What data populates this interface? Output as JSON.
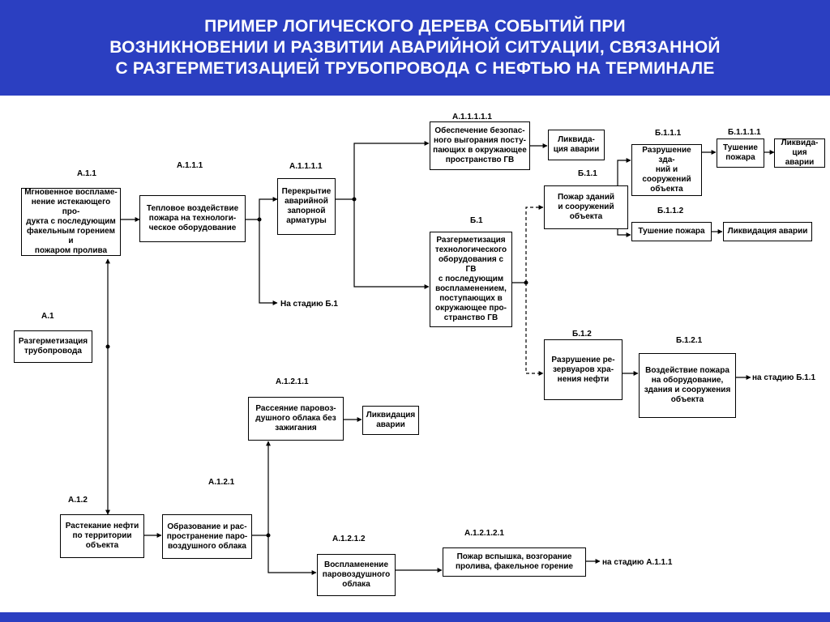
{
  "header": {
    "line1": "ПРИМЕР ЛОГИЧЕСКОГО ДЕРЕВА СОБЫТИЙ ПРИ",
    "line2": "ВОЗНИКНОВЕНИИ И РАЗВИТИИ АВАРИЙНОЙ СИТУАЦИИ, СВЯЗАННОЙ",
    "line3": "С РАЗГЕРМЕТИЗАЦИЕЙ ТРУБОПРОВОДА С НЕФТЬЮ НА ТЕРМИНАЛЕ"
  },
  "labels": {
    "a1": "А.1",
    "a11": "А.1.1",
    "a111": "А.1.1.1",
    "a1111": "А.1.1.1.1",
    "a11111": "А.1.1.1.1.1",
    "a12": "А.1.2",
    "a121": "А.1.2.1",
    "a1211": "А.1.2.1.1",
    "a1212": "А.1.2.1.2",
    "a12121": "А.1.2.1.2.1",
    "b1": "Б.1",
    "b11": "Б.1.1",
    "b111": "Б.1.1.1",
    "b1111": "Б.1.1.1.1",
    "b112": "Б.1.1.2",
    "b12": "Б.1.2",
    "b121": "Б.1.2.1"
  },
  "nodes": {
    "a1": "Разгерметизация\nтрубопровода",
    "a11": "Мгновенное воспламе-\nнение истекающего про-\nдукта с последующим\nфакельным горением и\nпожаром пролива",
    "a111": "Тепловое воздействие\nпожара на технологи-\nческое оборудование",
    "a1111": "Перекрытие\nаварийной\nзапорной\nарматуры",
    "a11111": "Обеспечение безопас-\nного выгорания посту-\nпающих в окружающее\nпространство ГВ",
    "a11111_end": "Ликвида-\nция аварии",
    "b1": "Разгерметизация\nтехнологического\nоборудования с ГВ\nс последующим\nвоспламенением,\nпоступающих в\nокружающее про-\nстранство ГВ",
    "b11": "Пожар зданий\nи сооружений\nобъекта",
    "b111": "Разрушение зда-\nний и\nсооружений\nобъекта",
    "b1111": "Тушение\nпожара",
    "b1111_end": "Ликвида-\nция аварии",
    "b112": "Тушение пожара",
    "b112_end": "Ликвидация аварии",
    "b12": "Разрушение ре-\nзервуаров хра-\nнения нефти",
    "b121": "Воздействие пожара\nна оборудование,\nздания и сооружения\nобъекта",
    "a12": "Растекание нефти\nпо территории\nобъекта",
    "a121": "Образование и рас-\nпространение паро-\nвоздушного облака",
    "a1211": "Рассеяние паровоз-\nдушного облака без\nзажигания",
    "a1211_end": "Ликвидация\nаварии",
    "a1212": "Воспламенение\nпаровоздушного\nоблака",
    "a12121": "Пожар вспышка,  возгорание\nпролива, факельное горение"
  },
  "refs": {
    "to_b1": "На стадию Б.1",
    "to_b11": "на стадию Б.1.1",
    "to_a111": "на  стадию  А.1.1.1"
  },
  "colors": {
    "header_bg": "#2b3fc1",
    "header_text": "#ffffff",
    "line": "#000000"
  }
}
